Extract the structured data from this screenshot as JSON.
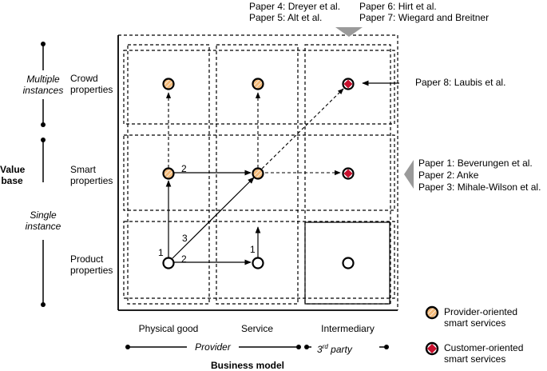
{
  "papers_top": {
    "paper4": "Paper 4: Dreyer et al.",
    "paper5": "Paper 5: Alt et al.",
    "paper6": "Paper 6: Hirt et al.",
    "paper7": "Paper 7: Wiegard and Breitner"
  },
  "paper8": "Paper 8: Laubis et al.",
  "papers_right": {
    "paper1": "Paper 1: Beverungen et al.",
    "paper2": "Paper 2: Anke",
    "paper3": "Paper 3: Mihale-Wilson et al."
  },
  "value_base": {
    "title_line1": "Value",
    "title_line2": "base",
    "multiple_line1": "Multiple",
    "multiple_line2": "instances",
    "single_line1": "Single",
    "single_line2": "instance"
  },
  "rows": {
    "crowd_line1": "Crowd",
    "crowd_line2": "properties",
    "smart_line1": "Smart",
    "smart_line2": "properties",
    "product_line1": "Product",
    "product_line2": "properties"
  },
  "columns": {
    "physical_good": "Physical good",
    "service": "Service",
    "intermediary": "Intermediary"
  },
  "business_model": {
    "provider": "Provider",
    "third_party_num": "3",
    "third_party_sup": "rd",
    "third_party_rest": " party",
    "title": "Business model"
  },
  "edge_labels": {
    "a": "1",
    "b": "2",
    "c": "3",
    "d": "2",
    "e": "1"
  },
  "legend": {
    "provider_line1": "Provider-oriented",
    "provider_line2": "smart services",
    "customer_line1": "Customer-oriented",
    "customer_line2": "smart services"
  },
  "colors": {
    "provider_fill": "#f2b978",
    "customer_fill": "#c8102e",
    "marker_gray": "#9a9a9a"
  }
}
